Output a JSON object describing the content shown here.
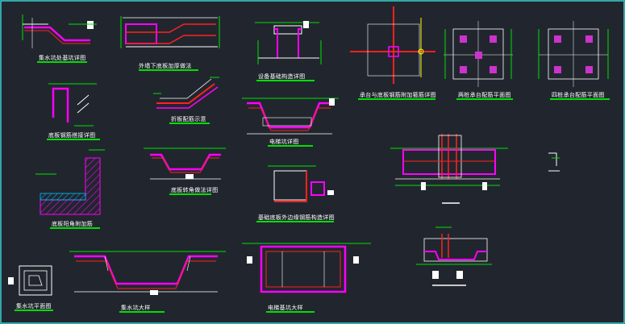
{
  "drawing": {
    "background": "#21262e",
    "border_color": "#3ad0d0",
    "colors": {
      "concrete": "#ff00ff",
      "rebar": "#ff2020",
      "outline": "#ffffff",
      "dimension": "#00e000",
      "axis": "#ffff00",
      "hatch": "#ff00ff",
      "waterproof": "#00bfff"
    },
    "captions": [
      "集水坑处基坑详图",
      "外墙下底板加厚做法",
      "设备基础构造详图",
      "承台与底板钢筋附加箍筋详图",
      "两桩承台配筋平面图",
      "四桩承台配筋平面图",
      "底板钢筋搭接详图",
      "折板配筋示意",
      "底板转角做法详图",
      "电梯坑详图",
      "底板阳角附加筋",
      "基础底板外边缘钢筋构造详图",
      "集水坑平面图",
      "集水坑大样",
      "电梯基坑大样"
    ]
  }
}
